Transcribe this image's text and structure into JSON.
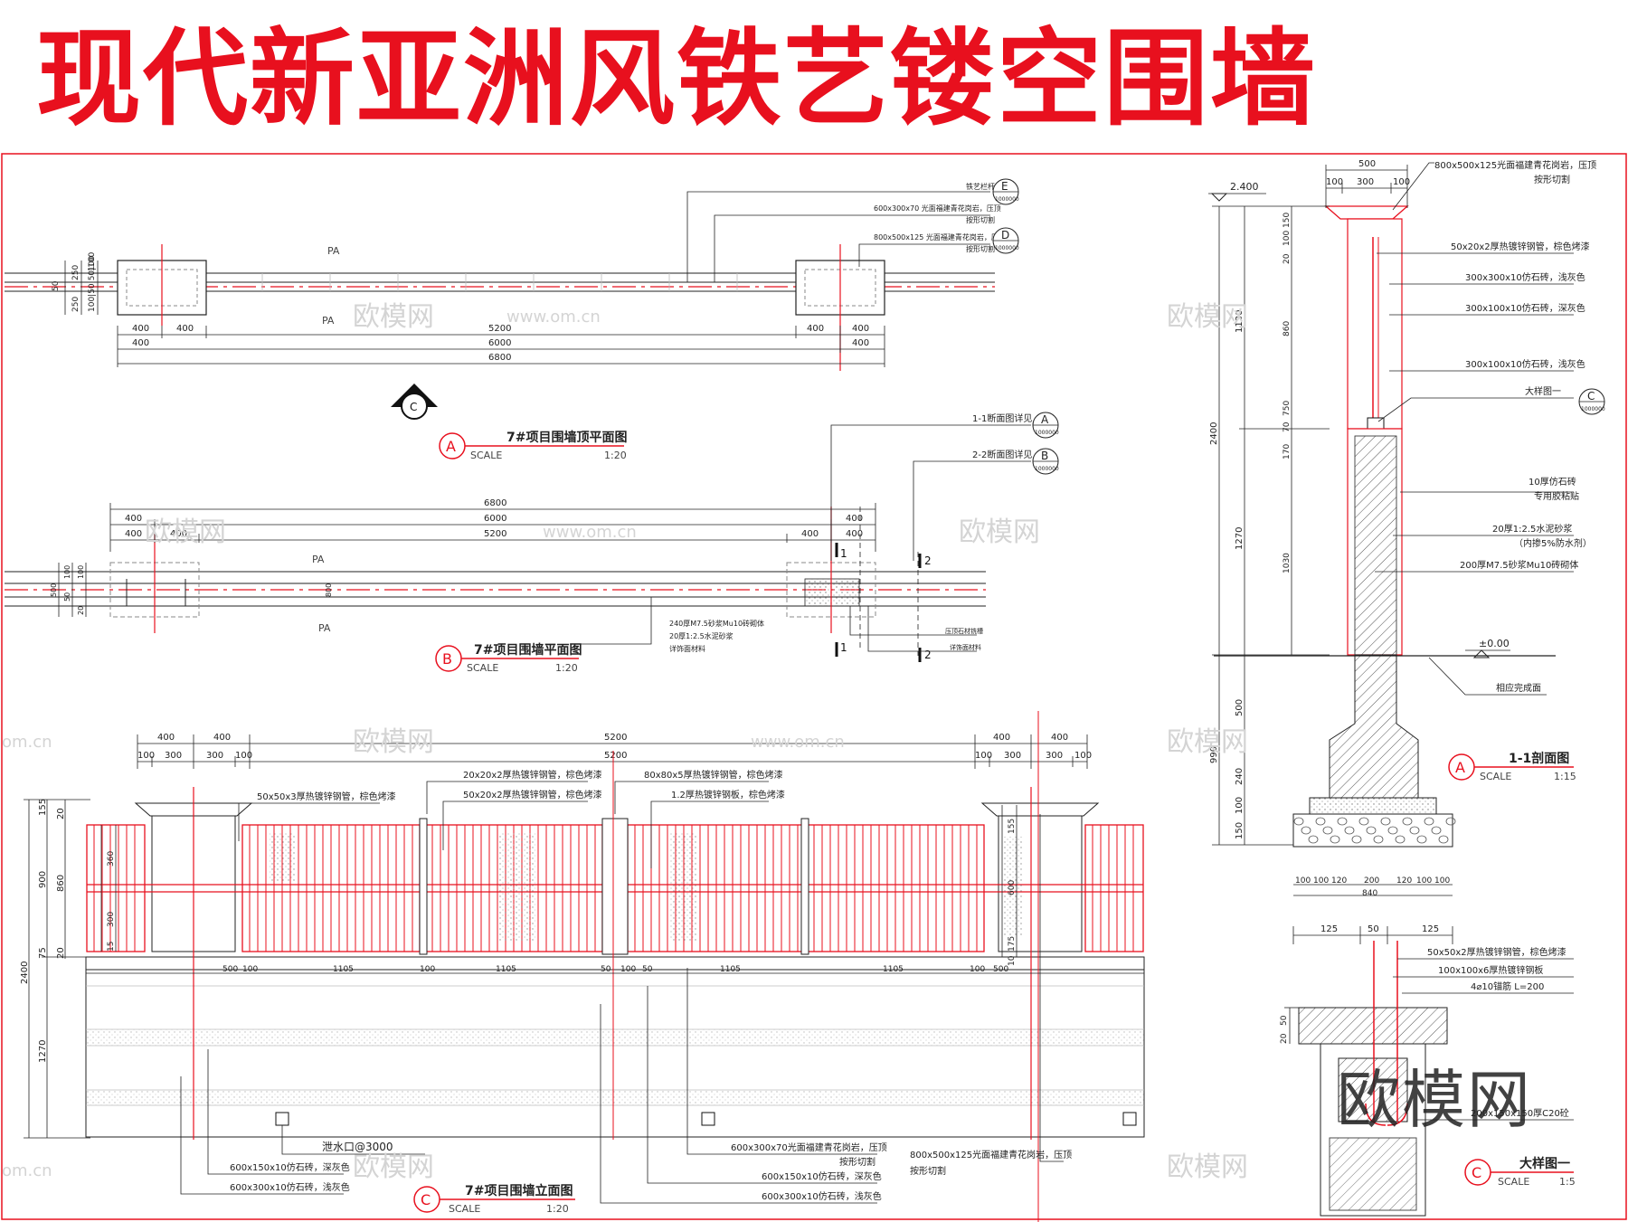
{
  "title": "现代新亚洲风铁艺镂空围墙",
  "colors": {
    "title": "#e8101e",
    "line": "#222222",
    "accent": "#e8101e",
    "watermark": "#cfcfcf"
  },
  "watermarks": {
    "site": "欧模网",
    "url": "www.om.cn",
    "short": "om.cn"
  },
  "view_a": {
    "title": "7#项目围墙顶平面图",
    "marker": "A",
    "scale_word": "SCALE",
    "scale": "1:20",
    "label_pa": "PA",
    "dims_top": [
      "400",
      "400",
      "5200",
      "400",
      "400"
    ],
    "dim_mid": "6000",
    "dim_total": "6800",
    "dims_left": [
      "50",
      "250",
      "100",
      "250",
      "100|50|50|100"
    ],
    "callouts": [
      "铁艺栏杆",
      "600x300x70 光面福建青花岗岩，压顶",
      "按形切割",
      "800x500x125 光面福建青花岗岩，压顶",
      "按形切割"
    ],
    "refs": [
      {
        "letter": "E",
        "sheet": "1000000"
      },
      {
        "letter": "D",
        "sheet": "1000000"
      }
    ],
    "index_marker": "C"
  },
  "view_b": {
    "title": "7#项目围墙平面图",
    "marker": "B",
    "scale_word": "SCALE",
    "scale": "1:20",
    "label_pa": "PA",
    "dims_top": [
      "6800",
      "6000",
      "400",
      "400",
      "400",
      "400",
      "5200",
      "400",
      "400"
    ],
    "callouts": [
      "1-1断面图详见",
      "2-2断面图详见",
      "240厚M7.5砂浆Mu10砖砌体",
      "20厚1:2.5水泥砂浆",
      "详饰面材料",
      "压顶石材铣槽",
      "详饰面材料"
    ],
    "refs": [
      {
        "letter": "A",
        "sheet": "1000000"
      },
      {
        "letter": "B",
        "sheet": "1000000"
      }
    ],
    "section_marks": [
      "1",
      "2",
      "1",
      "2"
    ],
    "dims_left": [
      "500",
      "100",
      "50",
      "100",
      "20"
    ],
    "small_dim": "800"
  },
  "view_c": {
    "title": "7#项目围墙立面图",
    "marker": "C",
    "scale_word": "SCALE",
    "scale": "1:20",
    "dims_top1": [
      "400",
      "400",
      "5200",
      "400",
      "400"
    ],
    "dims_top2": [
      "100",
      "300",
      "300",
      "100",
      "5200",
      "100",
      "300",
      "300",
      "100"
    ],
    "dims_left": [
      "155",
      "20",
      "900",
      "860",
      "75",
      "20",
      "2400",
      "1270"
    ],
    "dims_mid": [
      "360",
      "300",
      "15"
    ],
    "dims_bottom": [
      "500",
      "100",
      "1105",
      "100",
      "1105",
      "50",
      "100",
      "50",
      "1105",
      "1105",
      "100",
      "500"
    ],
    "dims_right": [
      "155",
      "600",
      "175",
      "10"
    ],
    "callouts_top": [
      "50x50x3厚热镀锌钢管，棕色烤漆",
      "20x20x2厚热镀锌钢管，棕色烤漆",
      "50x20x2厚热镀锌钢管，棕色烤漆",
      "80x80x5厚热镀锌钢管，棕色烤漆",
      "1.2厚热镀锌钢板，棕色烤漆"
    ],
    "callouts_bottom": [
      "泄水口@3000",
      "600x150x10仿石砖，深灰色",
      "600x300x10仿石砖，浅灰色",
      "600x300x70光面福建青花岗岩，压顶",
      "按形切割",
      "600x150x10仿石砖，深灰色",
      "600x300x10仿石砖，浅灰色",
      "800x500x125光面福建青花岗岩，压顶",
      "按形切割"
    ]
  },
  "section_11": {
    "title": "1-1剖面图",
    "marker": "A",
    "scale_word": "SCALE",
    "scale": "1:15",
    "level_top": "2.400",
    "level_ground": "±0.00",
    "dims_top": [
      "500",
      "100",
      "300",
      "100"
    ],
    "dims_left": [
      "2400",
      "1130",
      "1270",
      "500",
      "990",
      "240",
      "100",
      "150"
    ],
    "dims_inner": [
      "150",
      "100",
      "20",
      "860",
      "170",
      "70",
      "750",
      "1030"
    ],
    "dims_bottom": [
      "100",
      "100",
      "120",
      "200",
      "120",
      "100",
      "100",
      "840"
    ],
    "callouts": [
      "800x500x125光面福建青花岗岩，压顶",
      "按形切割",
      "50x20x2厚热镀锌钢管，棕色烤漆",
      "300x300x10仿石砖，浅灰色",
      "300x100x10仿石砖，深灰色",
      "300x100x10仿石砖，浅灰色",
      "大样图一",
      "10厚仿石砖",
      "专用胶粘贴",
      "20厚1:2.5水泥砂浆",
      "（内掺5%防水剂）",
      "200厚M7.5砂浆Mu10砖砌体",
      "相应完成面"
    ],
    "ref": {
      "letter": "C",
      "sheet": "1000000"
    }
  },
  "detail_1": {
    "title": "大样图一",
    "marker": "C",
    "scale_word": "SCALE",
    "scale": "1:5",
    "dims_top": [
      "125",
      "50",
      "125"
    ],
    "dims_left": [
      "20",
      "50"
    ],
    "callouts": [
      "50x50x2厚热镀锌钢管，棕色烤漆",
      "100x100x6厚热镀锌钢板",
      "4⌀10锚筋 L=200",
      "200x150x150厚C20砼"
    ]
  }
}
